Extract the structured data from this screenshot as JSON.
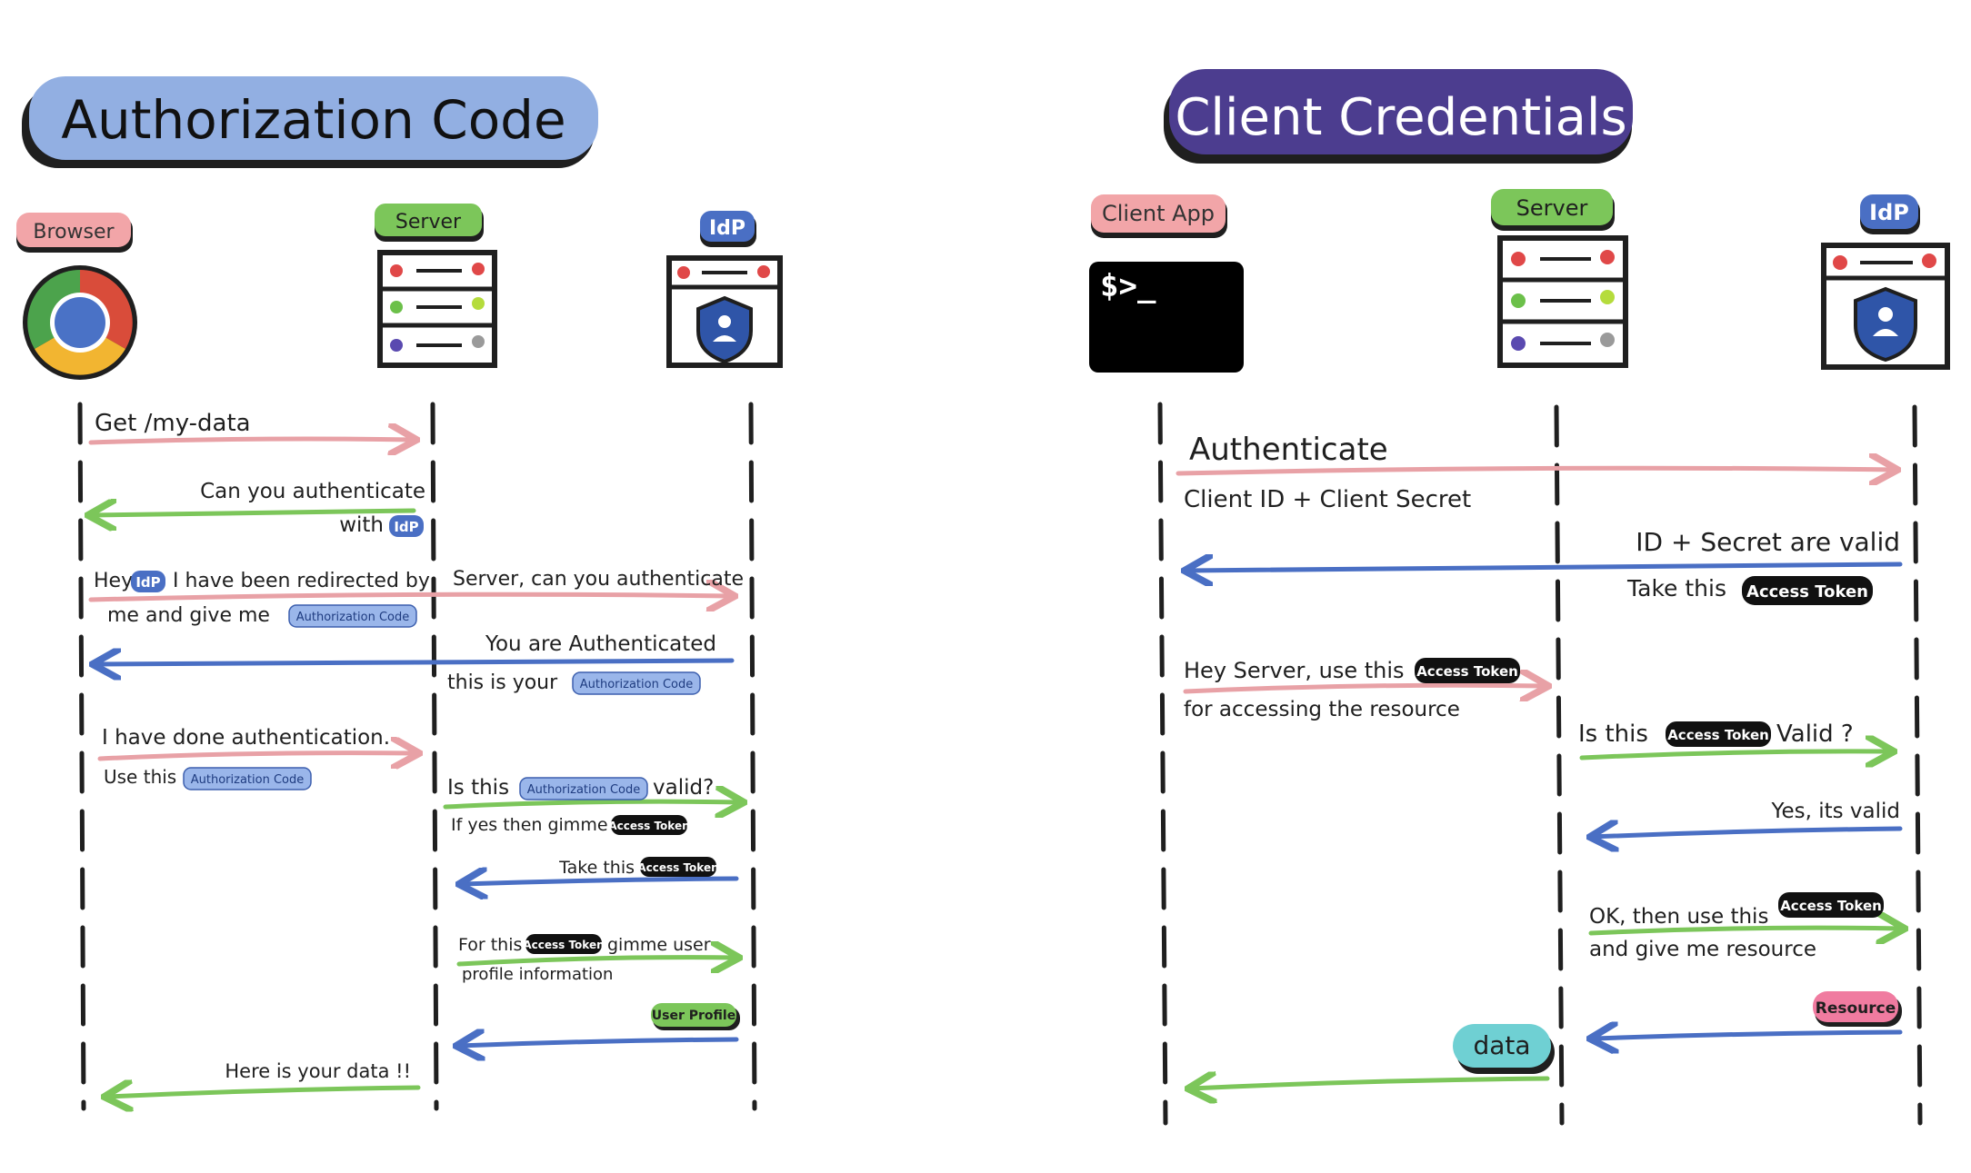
{
  "colors": {
    "pink": "#e8a1a6",
    "green": "#7cc65a",
    "blue": "#4a6fc4",
    "title_left_bg": "#92afe2",
    "title_right_bg": "#4c3d8f",
    "server_badge": "#7cc65a",
    "idp_badge": "#4a6fc4",
    "browser_badge": "#f2a5a8",
    "token_dark": "#111111",
    "authcode_bg": "#9ab6ea",
    "data_bubble": "#6fd0d3",
    "resource_bubble": "#f07ba0"
  },
  "left": {
    "title": "Authorization Code",
    "actors": {
      "browser": "Browser",
      "server": "Server",
      "idp": "IdP"
    },
    "messages": {
      "m1": "Get /my-data",
      "m2a": "Can you authenticate",
      "m2b": "with",
      "m3a_pre": "Hey",
      "m3a_post": "I have been redirected by",
      "m3b_pre": "me and give me",
      "m3c": "Server, can you authenticate",
      "m4a": "You are Authenticated",
      "m4b_pre": "this is your",
      "m5a": "I have done authentication.",
      "m5b_pre": "Use this",
      "m6a_pre": "Is this",
      "m6a_post": "valid?",
      "m6b_pre": "If yes then gimme",
      "m7_pre": "Take this",
      "m8a_pre": "For this",
      "m8a_post": "gimme user",
      "m8b": "profile information",
      "m10": "Here is your data !!"
    },
    "chips": {
      "idp": "IdP",
      "auth_code": "Authorization Code",
      "access_token": "Access Token",
      "user_profile": "User Profile"
    }
  },
  "right": {
    "title": "Client Credentials",
    "actors": {
      "client": "Client App",
      "server": "Server",
      "idp": "IdP"
    },
    "terminal": "$>_",
    "messages": {
      "r1a": "Authenticate",
      "r1b": "Client ID + Client Secret",
      "r2a": "ID + Secret are valid",
      "r2b_pre": "Take this",
      "r3a_pre": "Hey Server, use this",
      "r3b": "for accessing the resource",
      "r4_pre": "Is this",
      "r4_post": "Valid ?",
      "r5": "Yes, its valid",
      "r6a_pre": "OK, then use this",
      "r6b": "and give me resource"
    },
    "chips": {
      "access_token": "Access Token",
      "resource": "Resource",
      "data": "data"
    }
  }
}
